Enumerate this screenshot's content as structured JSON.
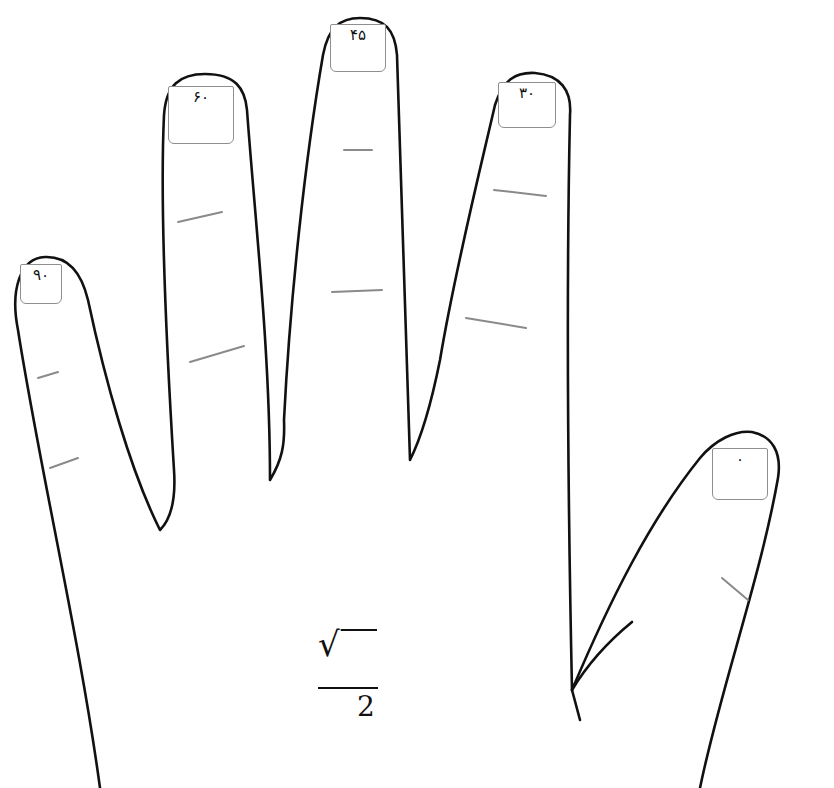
{
  "diagram": {
    "nodes": [
      {
        "text": [
          "۹۰"
        ]
      },
      {
        "text": [
          "۶۰"
        ]
      },
      {
        "text": [
          "۴۵"
        ]
      },
      {
        "text": [
          "۳۰"
        ]
      },
      {
        "text": [
          "۰"
        ]
      }
    ],
    "labels": [
      "√",
      "2"
    ]
  }
}
